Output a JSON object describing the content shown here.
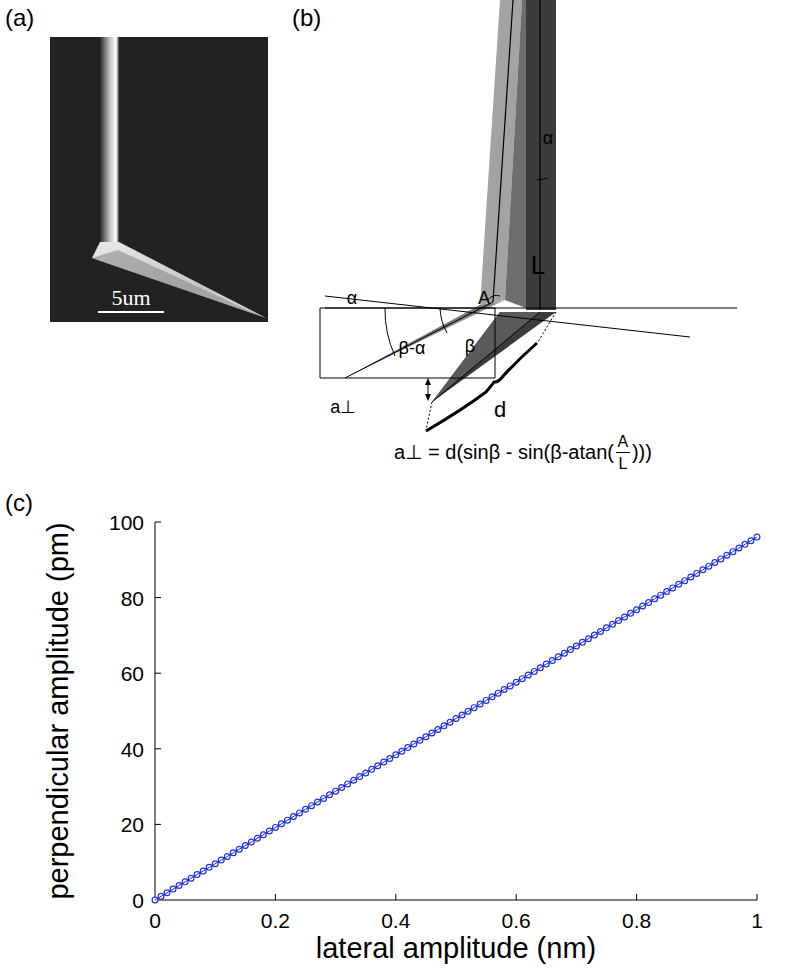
{
  "diagram": {
    "labels": [
      "(a)",
      "5um",
      "(b)",
      "α",
      "L",
      "A",
      "α",
      "β-α",
      "β",
      "a⊥",
      "d",
      "a⊥ = d(sinβ - sin(β-atan(",
      "A",
      "L",
      ")))",
      "(c)",
      "100",
      "80",
      "60",
      "40",
      "20",
      "0",
      "0",
      "0.2",
      "0.4",
      "0.6",
      "0.8",
      "1",
      "perpendicular amplitude (pm)",
      "lateral amplitude (nm)"
    ]
  }
}
